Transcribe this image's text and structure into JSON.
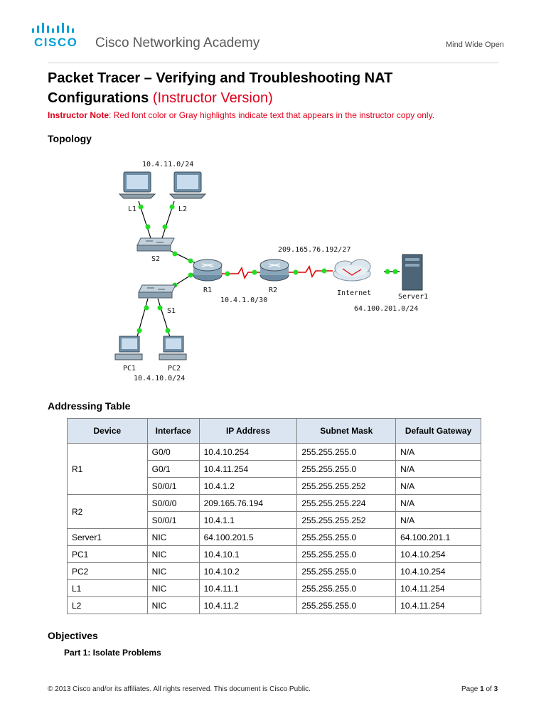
{
  "header": {
    "brand": "CISCO",
    "org": "Cisco Networking Academy",
    "tagline": "Mind Wide Open"
  },
  "title": {
    "main": "Packet Tracer – Verifying and Troubleshooting NAT",
    "line2": "Configurations",
    "suffix": "(Instructor Version)"
  },
  "note": {
    "label": "Instructor Note",
    "text": ": Red font color or Gray highlights indicate text that appears in the instructor copy only."
  },
  "sections": {
    "topology": "Topology",
    "addressing": "Addressing Table",
    "objectives": "Objectives",
    "part1": "Part 1: Isolate Problems"
  },
  "topology": {
    "net_top": "10.4.11.0/24",
    "net_bottom": "10.4.10.0/24",
    "net_wan": "209.165.76.192/27",
    "net_link": "10.4.1.0/30",
    "net_server": "64.100.201.0/24",
    "labels": {
      "l1": "L1",
      "l2": "L2",
      "s2": "S2",
      "s1": "S1",
      "r1": "R1",
      "r2": "R2",
      "internet": "Internet",
      "server1": "Server1",
      "pc1": "PC1",
      "pc2": "PC2"
    }
  },
  "table": {
    "headers": [
      "Device",
      "Interface",
      "IP Address",
      "Subnet Mask",
      "Default Gateway"
    ],
    "rows": [
      [
        "R1",
        "G0/0",
        "10.4.10.254",
        "255.255.255.0",
        "N/A"
      ],
      [
        "",
        "G0/1",
        "10.4.11.254",
        "255.255.255.0",
        "N/A"
      ],
      [
        "",
        "S0/0/1",
        "10.4.1.2",
        "255.255.255.252",
        "N/A"
      ],
      [
        "R2",
        "S0/0/0",
        "209.165.76.194",
        "255.255.255.224",
        "N/A"
      ],
      [
        "",
        "S0/0/1",
        "10.4.1.1",
        "255.255.255.252",
        "N/A"
      ],
      [
        "Server1",
        "NIC",
        "64.100.201.5",
        "255.255.255.0",
        "64.100.201.1"
      ],
      [
        "PC1",
        "NIC",
        "10.4.10.1",
        "255.255.255.0",
        "10.4.10.254"
      ],
      [
        "PC2",
        "NIC",
        "10.4.10.2",
        "255.255.255.0",
        "10.4.10.254"
      ],
      [
        "L1",
        "NIC",
        "10.4.11.1",
        "255.255.255.0",
        "10.4.11.254"
      ],
      [
        "L2",
        "NIC",
        "10.4.11.2",
        "255.255.255.0",
        "10.4.11.254"
      ]
    ]
  },
  "footer": {
    "copyright": "© 2013 Cisco and/or its affiliates. All rights reserved. This document is Cisco Public.",
    "page_prefix": "Page ",
    "page_current": "1",
    "page_of": " of ",
    "page_total": "3"
  },
  "colors": {
    "cisco_blue": "#049fd9",
    "instructor_red": "#e0001b",
    "link_green": "#22dd22",
    "serial_red": "#e00000",
    "header_fill": "#dbe5f1"
  }
}
